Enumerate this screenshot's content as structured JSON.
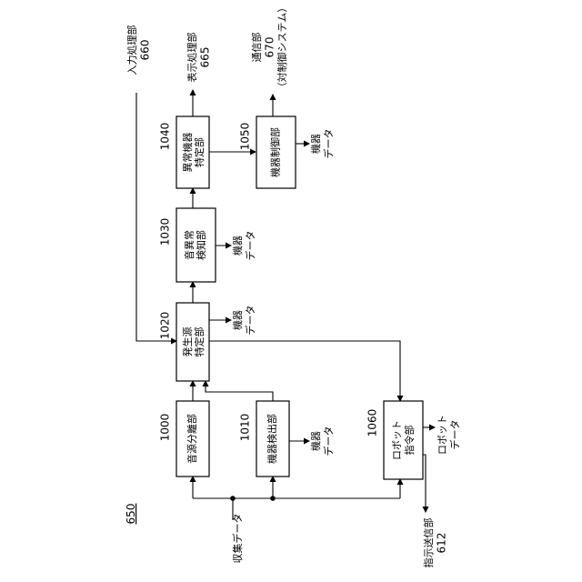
{
  "figure_label": "650",
  "input_label": "収集データ",
  "blocks": {
    "sound_separation": {
      "id": "1000",
      "label_line1": "音源分離部"
    },
    "device_detection": {
      "id": "1010",
      "label_line1": "機器検出部"
    },
    "source_identification": {
      "id": "1020",
      "label_line1": "発生源",
      "label_line2": "特定部"
    },
    "abnormal_sound_detection": {
      "id": "1030",
      "label_line1": "音異常",
      "label_line2": "検知部"
    },
    "abnormal_device_identification": {
      "id": "1040",
      "label_line1": "異常機器",
      "label_line2": "特定部"
    },
    "device_control": {
      "id": "1050",
      "label_line1": "機器制御部"
    },
    "robot_command": {
      "id": "1060",
      "label_line1": "ロボット",
      "label_line2": "指令部"
    }
  },
  "data_labels": {
    "device_data_line1": "機器",
    "device_data_line2": "データ",
    "robot_data_line1": "ロボット",
    "robot_data_line2": "データ"
  },
  "outputs": {
    "input_processing": {
      "label": "入力処理部",
      "id": "660"
    },
    "display_processing": {
      "label": "表示処理部",
      "id": "665"
    },
    "communication": {
      "label": "通信部",
      "id": "670",
      "note": "（対制御システム）"
    },
    "command_transmission": {
      "label": "指示送信部",
      "id": "612"
    }
  }
}
